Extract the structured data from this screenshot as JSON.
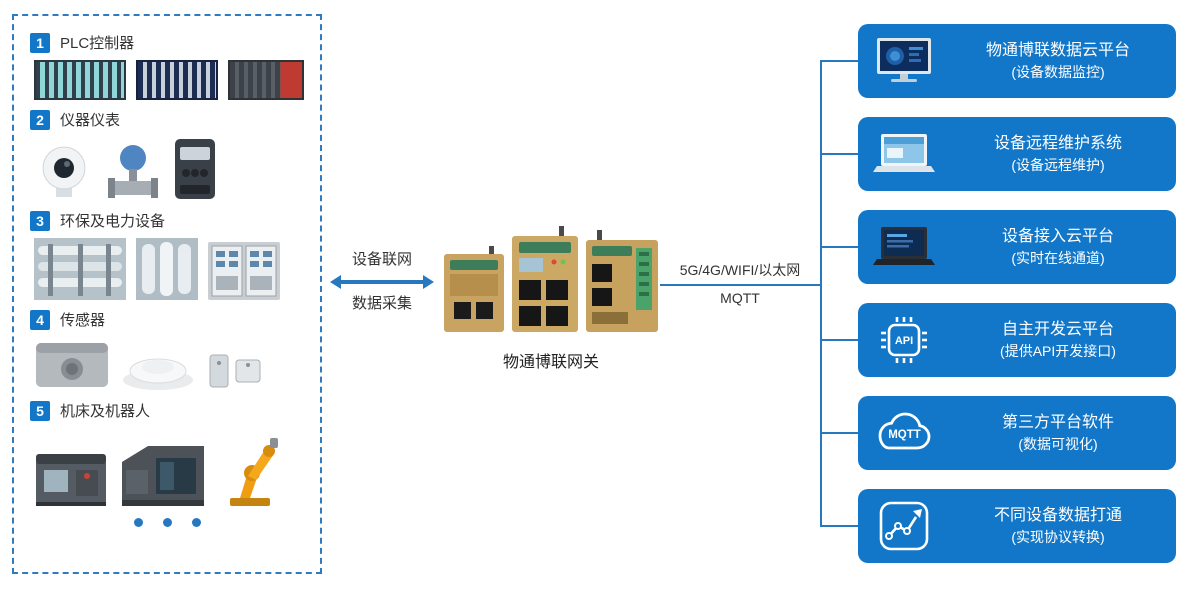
{
  "left_panel": {
    "categories": [
      {
        "num": "1",
        "label": "PLC控制器"
      },
      {
        "num": "2",
        "label": "仪器仪表"
      },
      {
        "num": "3",
        "label": "环保及电力设备"
      },
      {
        "num": "4",
        "label": "传感器"
      },
      {
        "num": "5",
        "label": "机床及机器人"
      }
    ]
  },
  "middle": {
    "link_left_top": "设备联网",
    "link_left_bottom": "数据采集",
    "gateway_label": "物通博联网关",
    "link_right_top": "5G/4G/WIFI/以太网",
    "link_right_bottom": "MQTT"
  },
  "right_panel": {
    "boxes": [
      {
        "title": "物通博联数据云平台",
        "subtitle": "(设备数据监控)"
      },
      {
        "title": "设备远程维护系统",
        "subtitle": "(设备远程维护)"
      },
      {
        "title": "设备接入云平台",
        "subtitle": "(实时在线通道)"
      },
      {
        "title": "自主开发云平台",
        "subtitle": "(提供API开发接口)",
        "icon_text": "API"
      },
      {
        "title": "第三方平台软件",
        "subtitle": "(数据可视化)",
        "icon_text": "MQTT"
      },
      {
        "title": "不同设备数据打通",
        "subtitle": "(实现协议转换)"
      }
    ]
  },
  "colors": {
    "accent_blue": "#1277c8",
    "line_blue": "#2878c0"
  }
}
